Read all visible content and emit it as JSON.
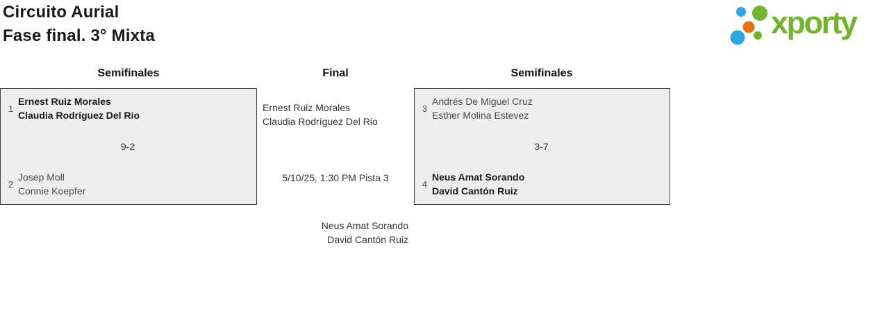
{
  "header": {
    "title": "Circuito Aurial",
    "subtitle": "Fase final. 3° Mixta"
  },
  "logo": {
    "text": "xporty",
    "colors": {
      "green": "#72b52c",
      "blue": "#29a9e1",
      "orange": "#e6740e"
    }
  },
  "bracket": {
    "rounds": [
      {
        "label": "Semifinales"
      },
      {
        "label": "Final"
      },
      {
        "label": "Semifinales"
      }
    ],
    "matches": {
      "semifinal_left": {
        "team1": {
          "seed": "1",
          "players": [
            "Ernest Ruiz Morales",
            "Claudia Rodríguez Del Rio"
          ],
          "winner": true
        },
        "score": "9-2",
        "team2": {
          "seed": "2",
          "players": [
            "Josep Moll",
            "Connie Koepfer"
          ],
          "winner": false
        }
      },
      "semifinal_right": {
        "team1": {
          "seed": "3",
          "players": [
            "Andrés De Miguel Cruz",
            "Esther Molina Estevez"
          ],
          "winner": false
        },
        "score": "3-7",
        "team2": {
          "seed": "4",
          "players": [
            "Neus Amat Sorando",
            "David Cantón Ruiz"
          ],
          "winner": true
        }
      },
      "final": {
        "team_top": {
          "players": [
            "Ernest Ruiz Morales",
            "Claudia Rodríguez Del Rio"
          ]
        },
        "schedule": "5/10/25, 1:30 PM Pista 3",
        "team_bottom": {
          "players": [
            "Neus Amat Sorando",
            "David Cantón Ruiz"
          ]
        }
      }
    }
  }
}
